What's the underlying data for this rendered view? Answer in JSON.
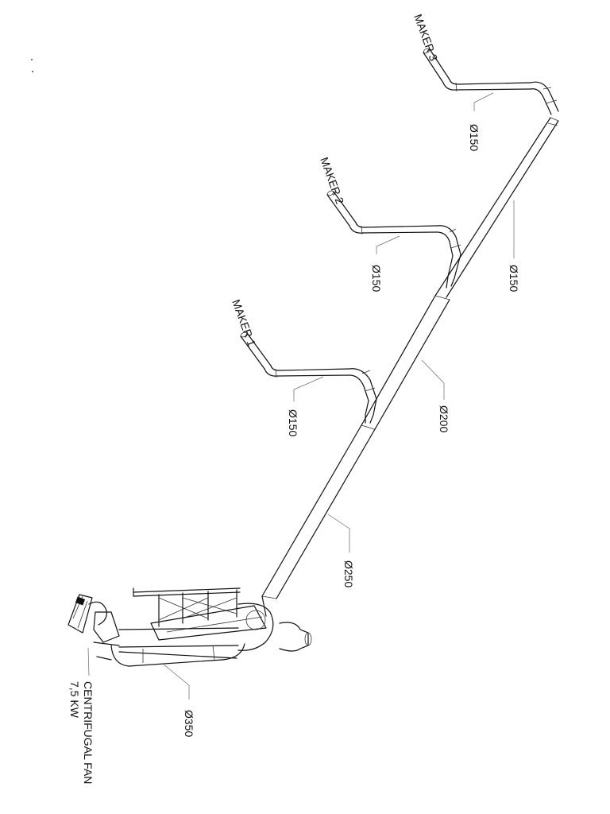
{
  "drawing": {
    "labels": {
      "maker_1": "MAKER 1",
      "maker_2": "MAKER 2",
      "maker_3": "MAKER 3",
      "dia_maker_1": "Ø150",
      "dia_maker_2": "Ø150",
      "dia_maker_3": "Ø150",
      "dia_main_upper": "Ø150",
      "dia_main_mid": "Ø200",
      "dia_main_lower": "Ø250",
      "dia_fan_duct": "Ø350",
      "fan_line_1": "CENTRIFUGAL FAN",
      "fan_line_2": "7,5 KW"
    }
  }
}
